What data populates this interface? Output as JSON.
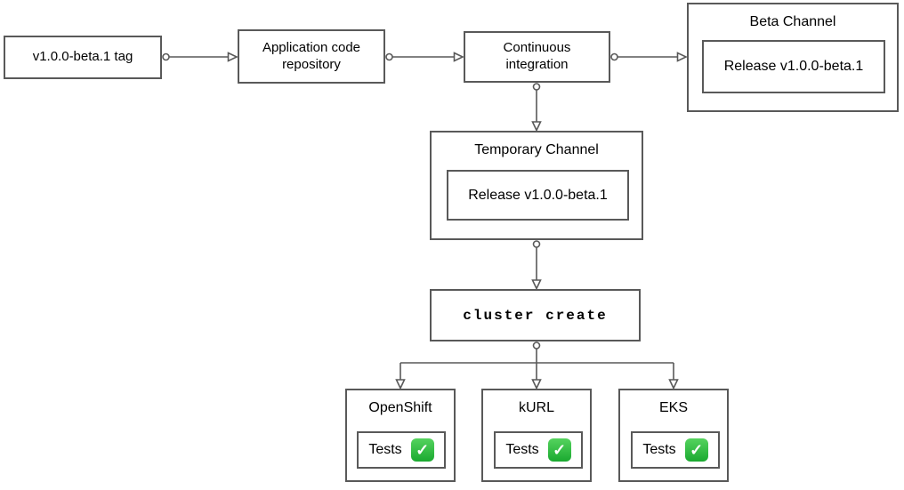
{
  "diagram": {
    "nodes": {
      "tag": {
        "label": "v1.0.0-beta.1 tag"
      },
      "app_repo": {
        "label": "Application code repository"
      },
      "ci": {
        "label": "Continuous integration"
      },
      "beta_channel": {
        "title": "Beta Channel",
        "release": "Release v1.0.0-beta.1"
      },
      "temp_channel": {
        "title": "Temporary Channel",
        "release": "Release v1.0.0-beta.1"
      },
      "cluster_create": {
        "label": "cluster create"
      },
      "openshift": {
        "title": "OpenShift",
        "tests_label": "Tests"
      },
      "kurl": {
        "title": "kURL",
        "tests_label": "Tests"
      },
      "eks": {
        "title": "EKS",
        "tests_label": "Tests"
      }
    },
    "icons": {
      "check_glyph": "✓"
    },
    "colors": {
      "border": "#595959",
      "check_green_top": "#55d35e",
      "check_green_bottom": "#1aa930",
      "background": "#ffffff",
      "text": "#000000"
    }
  }
}
